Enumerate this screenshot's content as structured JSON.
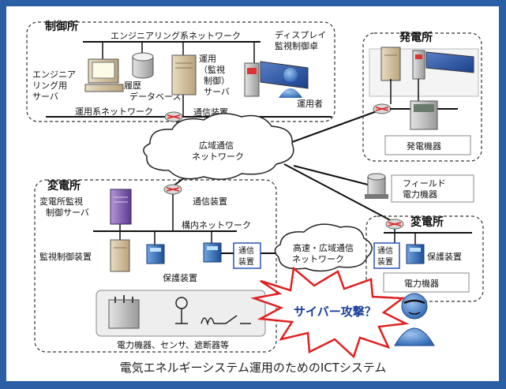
{
  "zones": {
    "control_center": "制御所",
    "power_plant": "発電所",
    "substation_main": "変電所",
    "substation_remote": "変電所"
  },
  "networks": {
    "engineering": "エンジニアリング系ネットワーク",
    "operation": "運用系ネットワーク",
    "wide_area_l1": "広域通信",
    "wide_area_l2": "ネットワーク",
    "premises": "構内ネットワーク",
    "highspeed_l1": "高速・広域通信",
    "highspeed_l2": "ネットワーク"
  },
  "devices": {
    "display_l1": "ディスプレイ",
    "display_l2": "監視制御卓",
    "eng_server_l1": "エンジニア",
    "eng_server_l2": "リング用",
    "eng_server_l3": "サーバ",
    "history_db_l1": "履歴",
    "history_db_l2": "データベース",
    "op_server_l1": "運用",
    "op_server_l2": "（監視",
    "op_server_l3": "制御）",
    "op_server_l4": "サーバ",
    "operator": "運用者",
    "comm_device_top": "通信装置",
    "power_gen_equipment": "発電機器",
    "field_l1": "フィールド",
    "field_l2": "電力機器",
    "sub_server_l1": "変電所監視",
    "sub_server_l2": "制御サーバ",
    "comm_device_sub": "通信装置",
    "monitor_control": "監視制御装置",
    "protection_main": "保護装置",
    "comm_box_l1": "通信",
    "comm_box_l2": "装置",
    "comm_box2_l1": "通信",
    "comm_box2_l2": "装置",
    "protection_remote": "保護装置",
    "power_equipment_remote": "電力機器",
    "equipment_bottom": "電力機器、センサ、遮断器等"
  },
  "attack": "サイバー攻撃？",
  "caption": "電気エネルギーシステム運用のためのICTシステム"
}
